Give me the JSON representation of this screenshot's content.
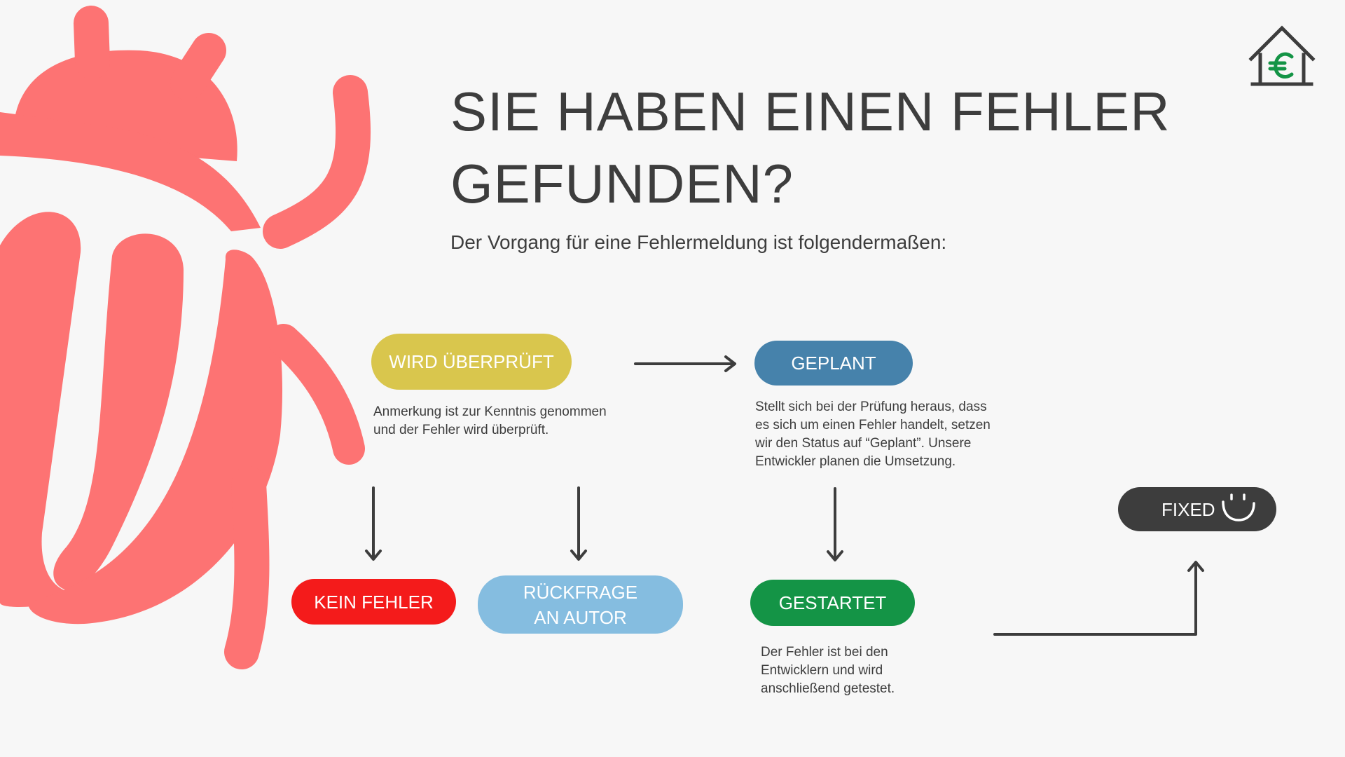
{
  "header": {
    "title_line1": "SIE HABEN EINEN FEHLER",
    "title_line2": "GEFUNDEN?",
    "subtitle": "Der Vorgang für eine Fehlermeldung ist folgendermaßen:"
  },
  "flow": {
    "wird_ueberprueft": {
      "label": "WIRD ÜBERPRÜFT",
      "note_line1": "Anmerkung ist zur Kenntnis genommen",
      "note_line2": "und der Fehler wird überprüft."
    },
    "geplant": {
      "label": "GEPLANT",
      "note_line1": "Stellt sich bei der Prüfung heraus, dass",
      "note_line2": "es sich um einen Fehler handelt, setzen",
      "note_line3": "wir den Status auf “Geplant”. Unsere",
      "note_line4": "Entwickler planen die Umsetzung."
    },
    "kein_fehler": {
      "label": "KEIN FEHLER"
    },
    "rueckfrage": {
      "label_line1": "RÜCKFRAGE",
      "label_line2": "AN AUTOR"
    },
    "gestartet": {
      "label": "GESTARTET",
      "note_line1": "Der Fehler ist bei den",
      "note_line2": "Entwicklern und wird",
      "note_line3": "anschließend getestet."
    },
    "fixed": {
      "label": "FIXED"
    }
  },
  "colors": {
    "background": "#f7f7f7",
    "text": "#3d3d3d",
    "bug": "#fd7373",
    "wird_ueberprueft": "#d9c64d",
    "geplant": "#4682ab",
    "kein_fehler": "#f41b1b",
    "rueckfrage": "#85bde0",
    "gestartet": "#149446",
    "fixed": "#3d3d3d",
    "logo_euro": "#149446"
  },
  "icons": {
    "illustration": "bug-icon",
    "logo": "house-euro-icon",
    "fixed_badge": "smiley-icon"
  }
}
